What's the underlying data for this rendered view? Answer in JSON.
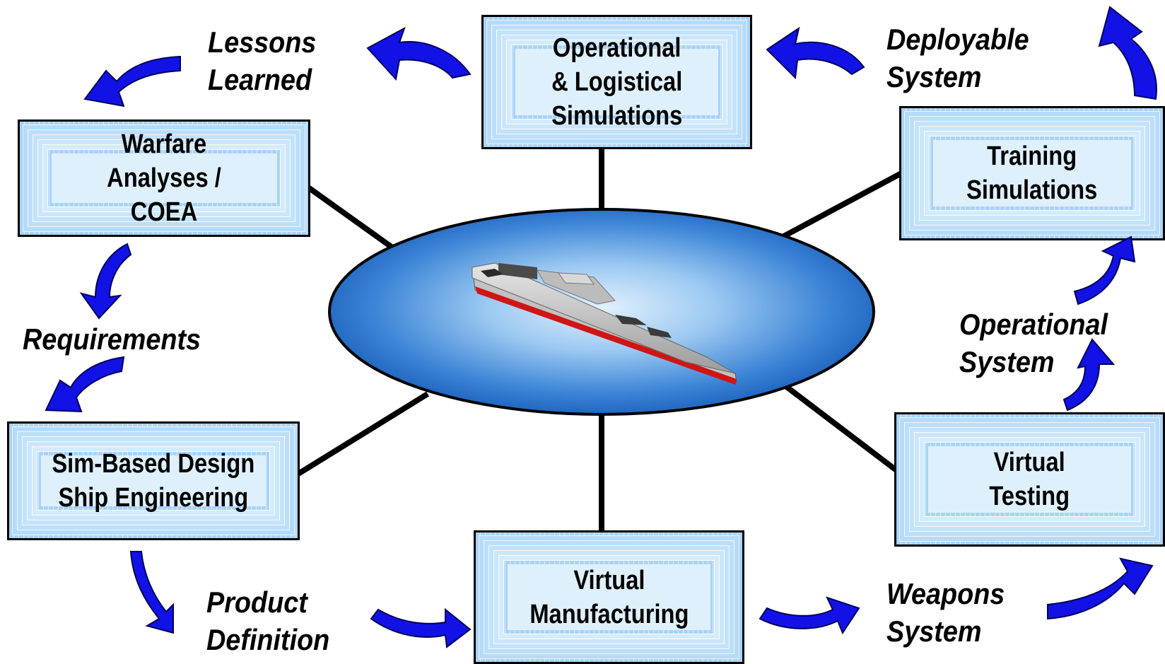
{
  "boxes": {
    "operational_logistical": "Operational\n& Logistical\nSimulations",
    "warfare_analyses": "Warfare\nAnalyses /\nCOEA",
    "training_simulations": "Training\nSimulations",
    "sim_based_design": "Sim-Based Design\nShip Engineering",
    "virtual_testing": "Virtual\nTesting",
    "virtual_manufacturing": "Virtual\nManufacturing"
  },
  "captions": {
    "lessons_learned": "Lessons\nLearned",
    "deployable_system": "Deployable\nSystem",
    "requirements": "Requirements",
    "operational_system": "Operational\nSystem",
    "product_definition": "Product\nDefinition",
    "weapons_system": "Weapons\nSystem"
  },
  "colors": {
    "box_fill": "#a9d3f7",
    "arrow_fill": "#1010e0",
    "ellipse_center": "#d8ecfb",
    "ellipse_edge": "#0b4fb0",
    "ship_hull": "#c0c0c0",
    "ship_stripe": "#cc1111"
  },
  "center_image": "ship-in-ellipse",
  "arrow_icon": "curved-arrow-icon"
}
